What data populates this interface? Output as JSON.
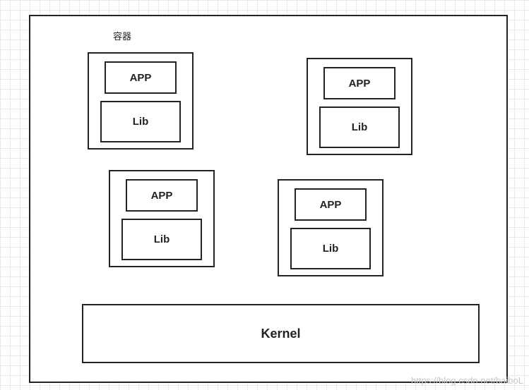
{
  "diagram": {
    "container_label": "容器",
    "containers": [
      {
        "app": "APP",
        "lib": "Lib"
      },
      {
        "app": "APP",
        "lib": "Lib"
      },
      {
        "app": "APP",
        "lib": "Lib"
      },
      {
        "app": "APP",
        "lib": "Lib"
      }
    ],
    "kernel": "Kernel"
  },
  "watermark": "https://blog.csdn.net/baiboL"
}
